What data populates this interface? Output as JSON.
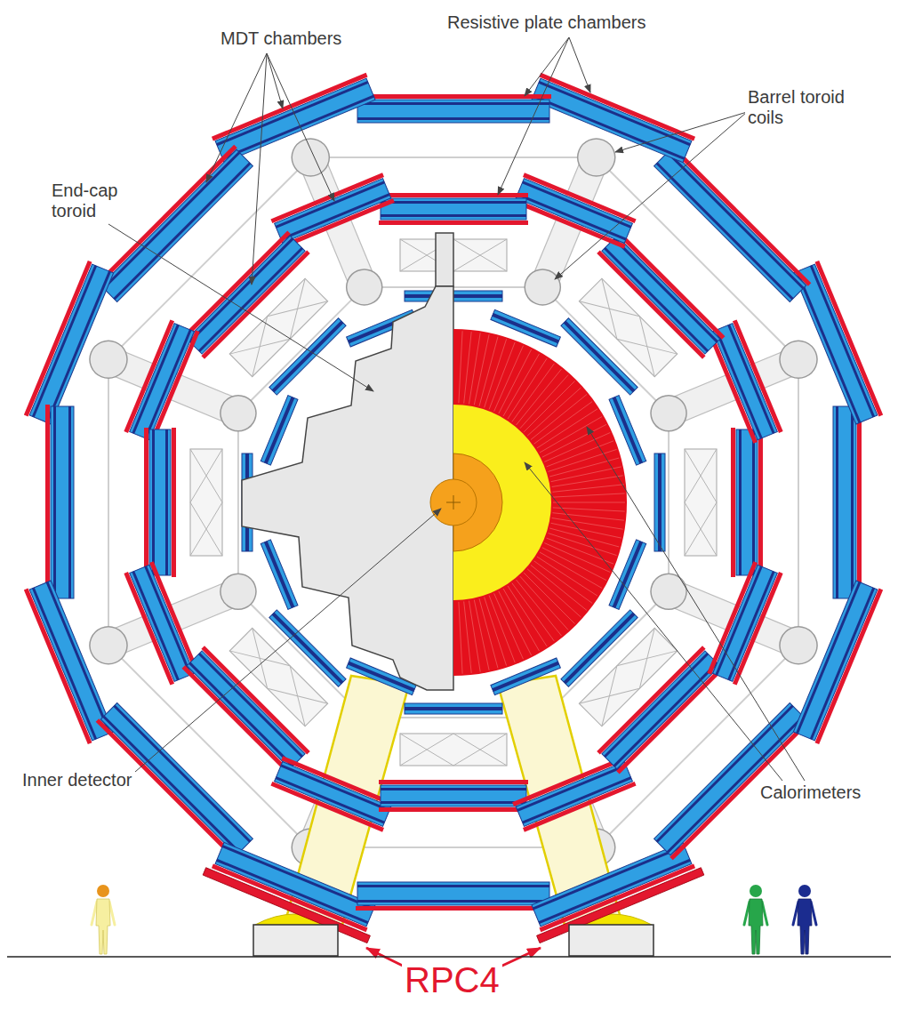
{
  "diagram": {
    "labels": [
      "Resistive plate chambers",
      "MDT chambers",
      "Barrel toroid coils",
      "End-cap toroid",
      "Inner detector",
      "Calorimeters",
      "RPC4"
    ]
  }
}
